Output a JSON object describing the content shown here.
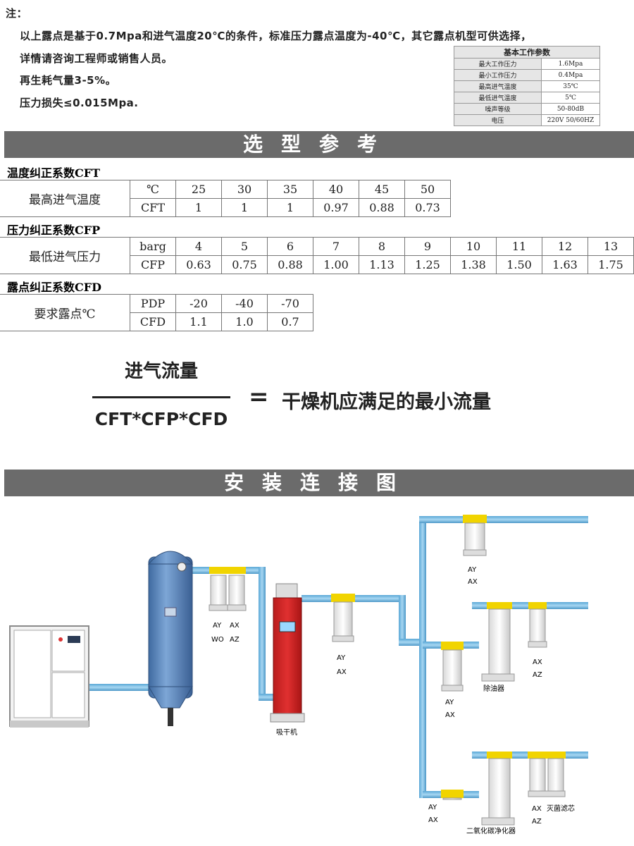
{
  "notes": {
    "title": "注：",
    "line1": "以上露点是基于0.7Mpa和进气温度20℃的条件，标准压力露点温度为-40℃，其它露点机型可供选择，",
    "line2": "详情请咨询工程师或销售人员。",
    "line3": "再生耗气量3-5%。",
    "line4": "压力损失≤0.015Mpa."
  },
  "spec_table": {
    "title": "基本工作参数",
    "rows": [
      {
        "key": "最大工作压力",
        "value": "1.6Mpa"
      },
      {
        "key": "最小工作压力",
        "value": "0.4Mpa"
      },
      {
        "key": "最高进气温度",
        "value": "35℃"
      },
      {
        "key": "最低进气温度",
        "value": "5℃"
      },
      {
        "key": "噪声等级",
        "value": "50-80dB"
      },
      {
        "key": "电压",
        "value": "220V 50/60HZ"
      }
    ]
  },
  "banner_selection": "选型参考",
  "cft": {
    "title": "温度纠正系数CFT",
    "row_label": "最高进气温度",
    "head_label": "℃",
    "head_values": [
      "25",
      "30",
      "35",
      "40",
      "45",
      "50"
    ],
    "factor_label": "CFT",
    "factor_values": [
      "1",
      "1",
      "1",
      "0.97",
      "0.88",
      "0.73"
    ]
  },
  "cfp": {
    "title": "压力纠正系数CFP",
    "row_label": "最低进气压力",
    "head_label": "barg",
    "head_values": [
      "4",
      "5",
      "6",
      "7",
      "8",
      "9",
      "10",
      "11",
      "12",
      "13"
    ],
    "factor_label": "CFP",
    "factor_values": [
      "0.63",
      "0.75",
      "0.88",
      "1.00",
      "1.13",
      "1.25",
      "1.38",
      "1.50",
      "1.63",
      "1.75"
    ]
  },
  "cfd": {
    "title": "露点纠正系数CFD",
    "row_label": "要求露点℃",
    "head_label": "PDP",
    "head_values": [
      "-20",
      "-40",
      "-70"
    ],
    "factor_label": "CFD",
    "factor_values": [
      "1.1",
      "1.0",
      "0.7"
    ]
  },
  "formula": {
    "numerator": "进气流量",
    "denominator": "CFT*CFP*CFD",
    "equals": "=",
    "result": "干燥机应满足的最小流量"
  },
  "banner_install": "安装连接图",
  "diagram": {
    "filter1_top": "AY",
    "filter1_top2": "AX",
    "filter1_bot": "WO",
    "filter1_bot2": "AZ",
    "dryer_label": "吸干机",
    "filter2_top": "AY",
    "filter2_bot": "AX",
    "branch1_top": "AY",
    "branch1_bot": "AX",
    "branch2_top": "AY",
    "branch2_bot": "AX",
    "oil_remover": "除油器",
    "branch2b_top": "AX",
    "branch2b_bot": "AZ",
    "branch3_top": "AY",
    "branch3_bot": "AX",
    "co2_purifier": "二氧化碳净化器",
    "branch3b_top": "AX",
    "branch3b_bot": "AZ",
    "sterile_filter": "灭菌滤芯"
  }
}
